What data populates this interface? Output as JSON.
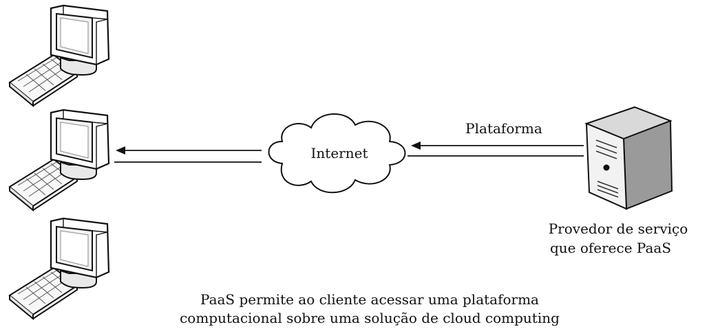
{
  "cloud": {
    "label": "Internet"
  },
  "arrow_server_to_cloud": {
    "label": "Plataforma"
  },
  "server": {
    "caption_line1": "Provedor de serviço",
    "caption_line2": "que oferece PaaS"
  },
  "clients": {
    "count_shown": 3
  },
  "caption": {
    "line1": "PaaS permite ao cliente acessar uma plataforma",
    "line2": "computacional sobre uma solução de cloud computing"
  },
  "colors": {
    "line": "#111111",
    "screen": "#f4f4f4",
    "server_face": "#f2f2f2",
    "background": "#ffffff"
  }
}
